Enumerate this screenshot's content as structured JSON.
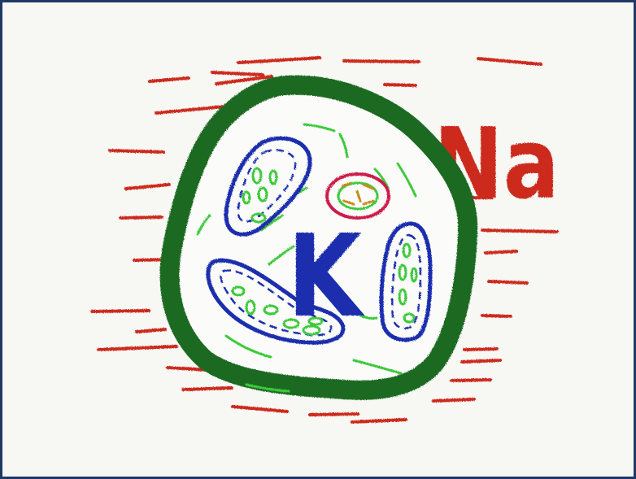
{
  "labels": {
    "outside_ion": "Na",
    "inside_ion": "K"
  },
  "colors": {
    "frame_border": "#1f3864",
    "background": "#f7f7f4",
    "outside_ion": "#cc2a1f",
    "inside_ion": "#1a2fae",
    "cell_membrane": "#1f6b22",
    "organelle_outline": "#1a2fae",
    "organelle_fill": "#3cc93a",
    "small_organelle": "#cc1f4a"
  },
  "icons": {
    "cell": "cell-drawing",
    "organelle": "mitochondrion-drawing",
    "ion_streaks": "sodium-ion-streaks"
  }
}
